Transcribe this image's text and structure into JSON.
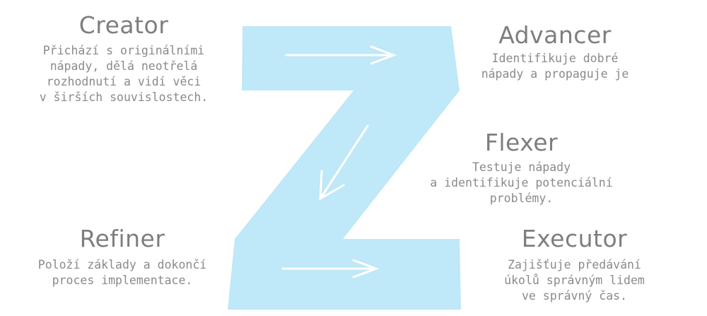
{
  "colors": {
    "z_fill": "#bfe8f8",
    "arrow": "#ffffff",
    "title_text": "#7e7e7e",
    "body_text": "#8a8a8a"
  },
  "roles": {
    "creator": {
      "title": "Creator",
      "description": [
        "Přichází s originálními",
        "nápady, dělá neotřelá",
        "rozhodnutí a vidí věci",
        "v širších souvislostech."
      ]
    },
    "advancer": {
      "title": "Advancer",
      "description": [
        "Identifikuje dobré",
        "nápady a propaguje je"
      ]
    },
    "flexer": {
      "title": "Flexer",
      "description": [
        "Testuje nápady",
        "a identifikuje potenciální",
        "problémy."
      ]
    },
    "refiner": {
      "title": "Refiner",
      "description": [
        "Položí základy a dokončí",
        "proces implementace."
      ]
    },
    "executor": {
      "title": "Executor",
      "description": [
        "Zajišťuje předávání",
        "úkolů správným lidem",
        "ve správný čas."
      ]
    }
  }
}
